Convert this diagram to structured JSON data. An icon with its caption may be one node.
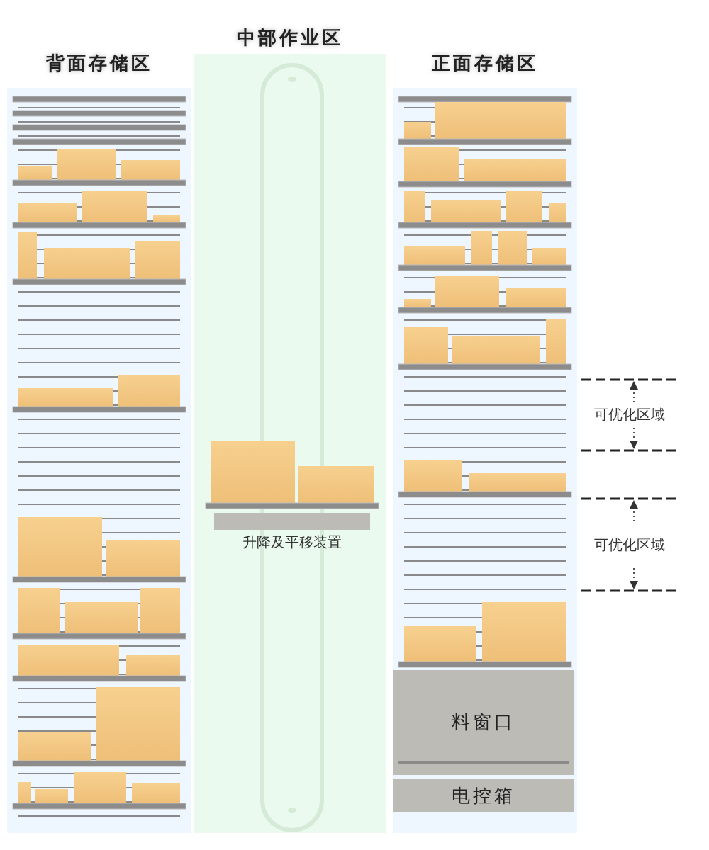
{
  "diagram": {
    "nodes": [
      {
        "text": [
          "背面存储区"
        ]
      },
      {
        "text": [
          "中部作业区"
        ]
      },
      {
        "text": [
          "升降及平移装置"
        ],
        "in": 1
      },
      {
        "text": [
          "正面存储区"
        ]
      },
      {
        "text": [
          "料窗口"
        ],
        "in": 3
      },
      {
        "text": [
          "电控箱"
        ],
        "in": 3
      }
    ],
    "edges": [],
    "labels": [
      "可优化区域",
      "可优化区域"
    ]
  }
}
